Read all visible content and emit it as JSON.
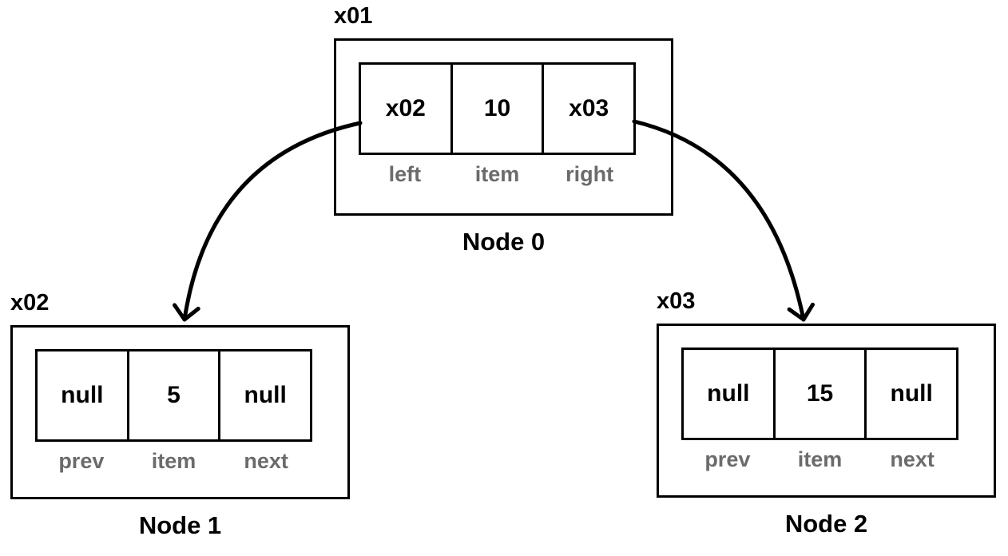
{
  "diagram": {
    "type": "binary-tree-node-diagram",
    "background": "#ffffff"
  },
  "colors": {
    "line": "#000000",
    "text": "#000000",
    "field_label_gray": "#6b6b6b"
  },
  "nodes": [
    {
      "pointer_label": "x01",
      "caption": "Node 0",
      "cells": [
        {
          "value": "x02",
          "label": "left"
        },
        {
          "value": "10",
          "label": "item"
        },
        {
          "value": "x03",
          "label": "right"
        }
      ]
    },
    {
      "pointer_label": "x02",
      "caption": "Node 1",
      "cells": [
        {
          "value": "null",
          "label": "prev"
        },
        {
          "value": "5",
          "label": "item"
        },
        {
          "value": "null",
          "label": "next"
        }
      ]
    },
    {
      "pointer_label": "x03",
      "caption": "Node 2",
      "cells": [
        {
          "value": "null",
          "label": "prev"
        },
        {
          "value": "15",
          "label": "item"
        },
        {
          "value": "null",
          "label": "next"
        }
      ]
    }
  ],
  "edges": [
    {
      "from": "Node 0 left cell (x02)",
      "to": "Node 1",
      "style": "curved-arrow"
    },
    {
      "from": "Node 0 right cell (x03)",
      "to": "Node 2",
      "style": "curved-arrow"
    }
  ]
}
